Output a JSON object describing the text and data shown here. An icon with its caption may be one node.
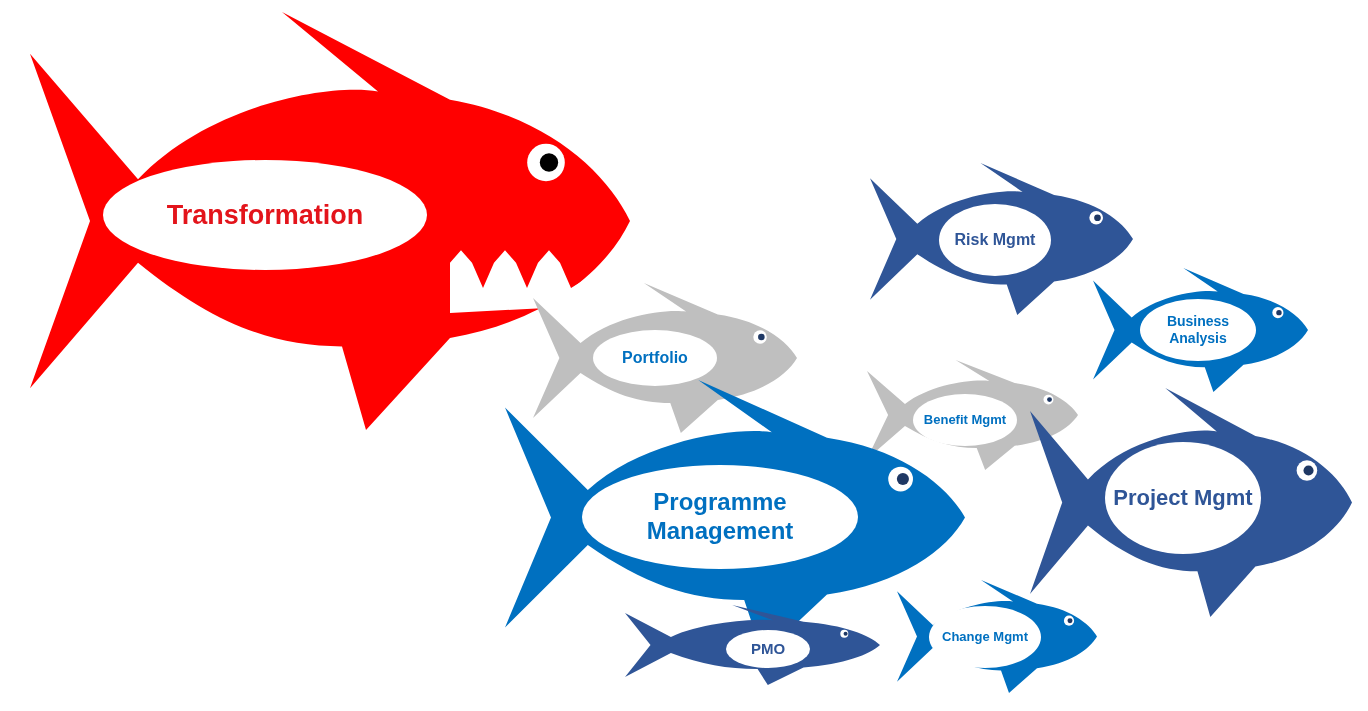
{
  "diagram": {
    "nodes": [
      {
        "text": [
          "Transformation"
        ]
      },
      {
        "text": [
          "Risk Mgmt"
        ]
      },
      {
        "text": [
          "Business Analysis"
        ]
      },
      {
        "text": [
          "Portfolio"
        ]
      },
      {
        "text": [
          "Benefit Mgmt"
        ]
      },
      {
        "text": [
          "Programme Management"
        ]
      },
      {
        "text": [
          "Project Mgmt"
        ]
      },
      {
        "text": [
          "PMO"
        ]
      },
      {
        "text": [
          "Change Mgmt"
        ]
      }
    ]
  }
}
